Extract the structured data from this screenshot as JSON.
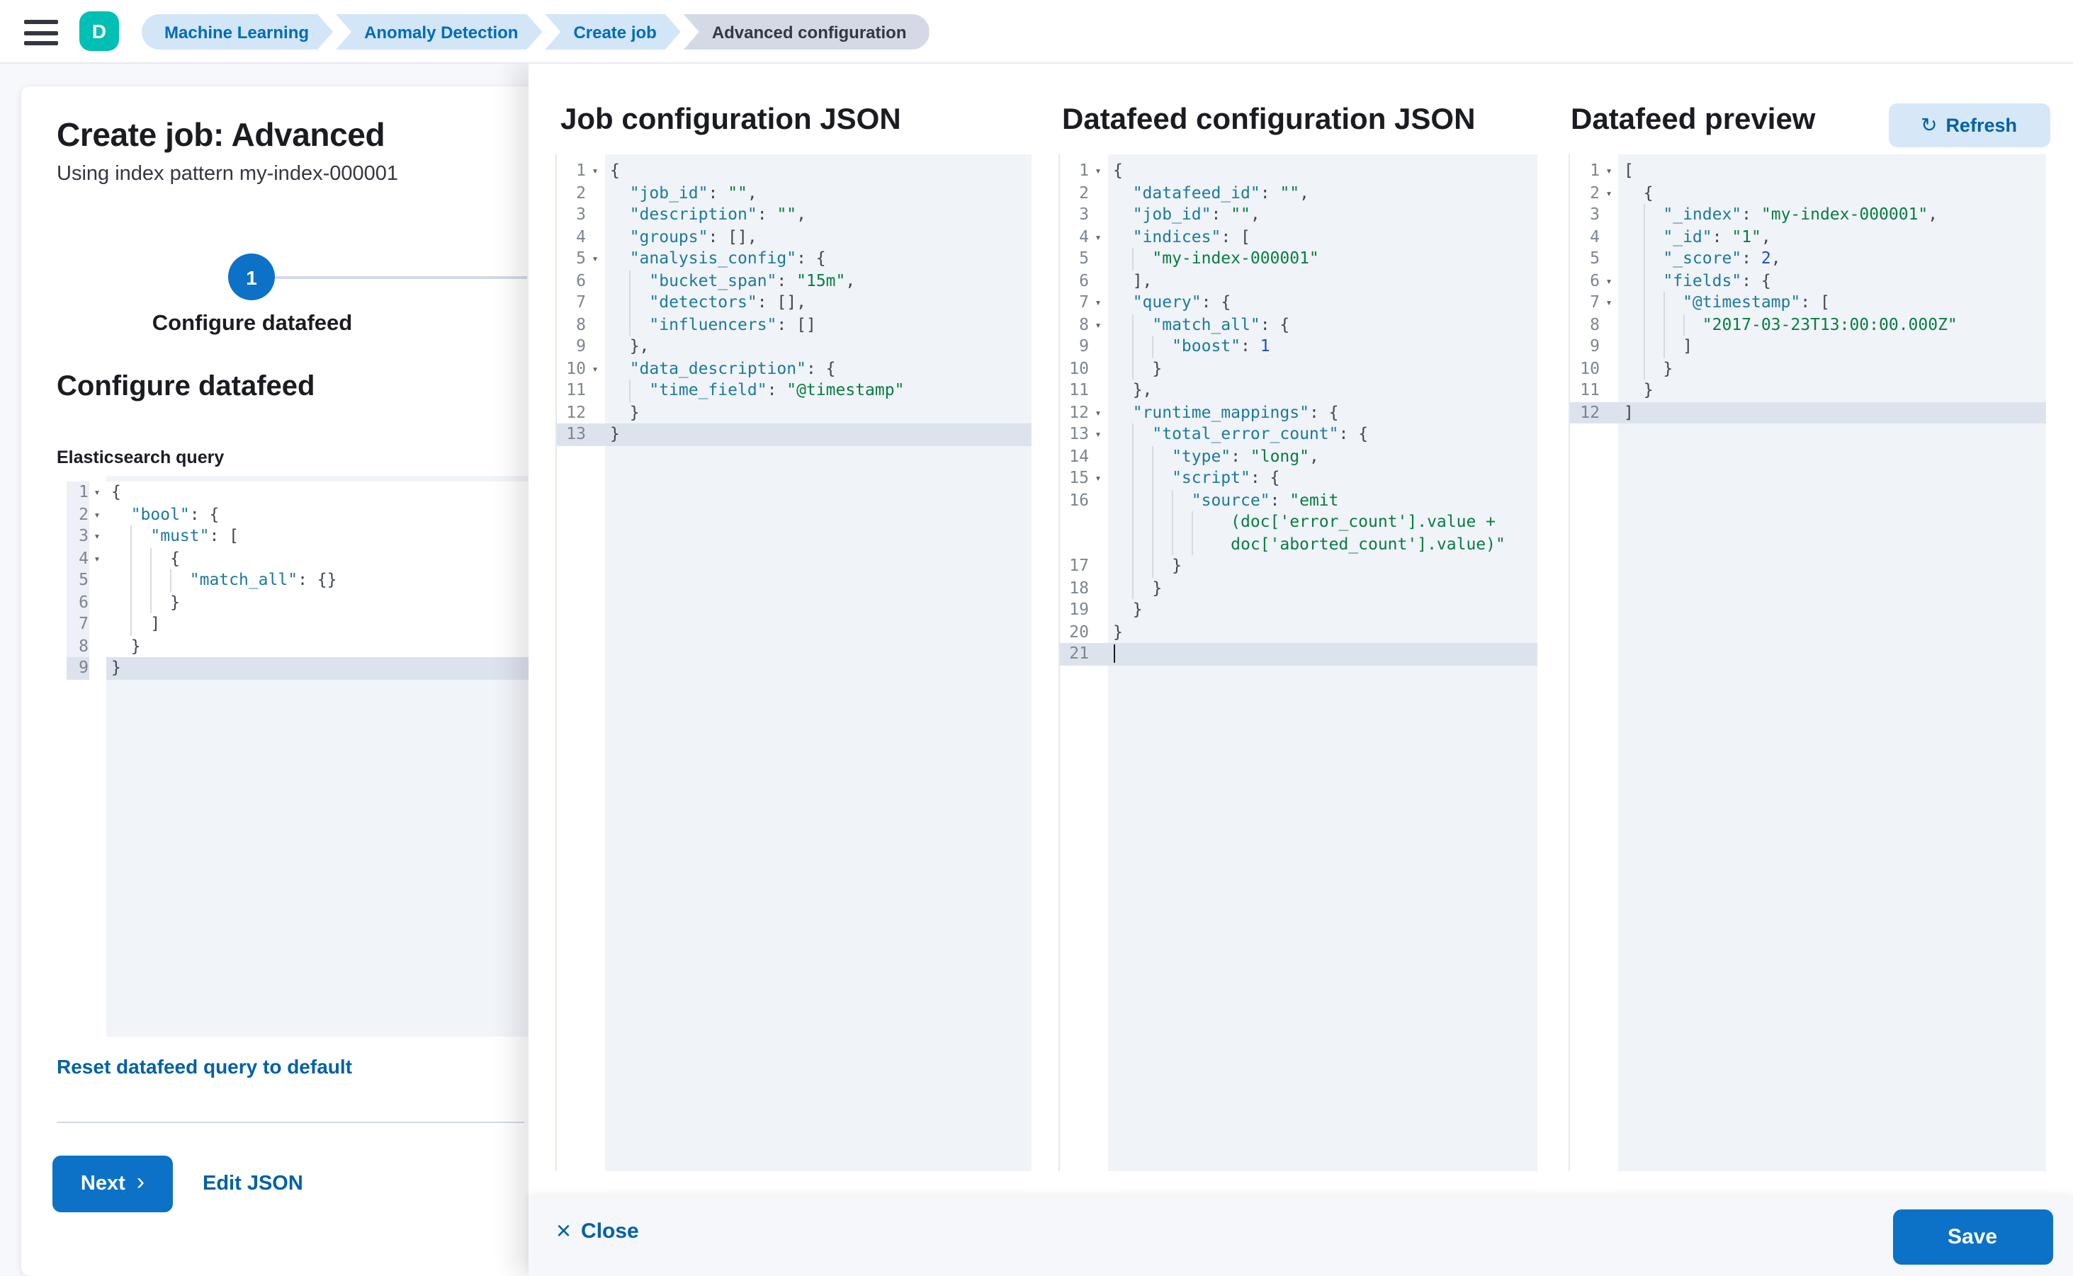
{
  "header": {
    "space_initial": "D",
    "breadcrumbs": [
      {
        "label": "Machine Learning"
      },
      {
        "label": "Anomaly Detection"
      },
      {
        "label": "Create job"
      },
      {
        "label": "Advanced configuration"
      }
    ]
  },
  "wizard": {
    "title": "Create job: Advanced",
    "subtitle": "Using index pattern my-index-000001",
    "step_number": "1",
    "step_label": "Configure datafeed",
    "section_heading": "Configure datafeed",
    "query_label": "Elasticsearch query",
    "reset_link": "Reset datafeed query to default",
    "next_button": "Next",
    "next_chevron": "›",
    "edit_json_link": "Edit JSON"
  },
  "flyout": {
    "panels": [
      {
        "title": "Job configuration JSON"
      },
      {
        "title": "Datafeed configuration JSON"
      },
      {
        "title": "Datafeed preview"
      }
    ],
    "refresh_button": "Refresh",
    "refresh_icon": "↻",
    "close_button": "Close",
    "close_icon": "×",
    "save_button": "Save"
  },
  "colors": {
    "accent_primary": "#0b72c8",
    "link_blue": "#0061a6",
    "breadcrumb_blue_bg": "#d2e6f7",
    "breadcrumb_gray_bg": "#d3dae6",
    "space_badge_teal": "#00bfb3",
    "editor_key": "#1b7a9e",
    "editor_string": "#077d42",
    "editor_number": "#1a4dc0",
    "active_line_bg": "#dde3ed"
  },
  "editors": {
    "es_query": {
      "lines": [
        {
          "n": 1,
          "f": 1,
          "i": 0,
          "t": [
            [
              "p",
              "{"
            ]
          ]
        },
        {
          "n": 2,
          "f": 1,
          "i": 2,
          "t": [
            [
              "k",
              "\"bool\""
            ],
            [
              "p",
              ": {"
            ]
          ]
        },
        {
          "n": 3,
          "f": 1,
          "i": 4,
          "t": [
            [
              "k",
              "\"must\""
            ],
            [
              "p",
              ": ["
            ]
          ]
        },
        {
          "n": 4,
          "f": 1,
          "i": 6,
          "t": [
            [
              "p",
              "{"
            ]
          ]
        },
        {
          "n": 5,
          "i": 8,
          "t": [
            [
              "k",
              "\"match_all\""
            ],
            [
              "p",
              ": {}"
            ]
          ]
        },
        {
          "n": 6,
          "i": 6,
          "t": [
            [
              "p",
              "}"
            ]
          ]
        },
        {
          "n": 7,
          "i": 4,
          "t": [
            [
              "p",
              "]"
            ]
          ]
        },
        {
          "n": 8,
          "i": 2,
          "t": [
            [
              "p",
              "}"
            ]
          ]
        },
        {
          "n": 9,
          "i": 0,
          "a": 1,
          "t": [
            [
              "p",
              "}"
            ]
          ]
        }
      ]
    },
    "job_config": {
      "lines": [
        {
          "n": 1,
          "f": 1,
          "i": 0,
          "t": [
            [
              "p",
              "{"
            ]
          ]
        },
        {
          "n": 2,
          "i": 2,
          "t": [
            [
              "k",
              "\"job_id\""
            ],
            [
              "p",
              ": "
            ],
            [
              "s",
              "\"\""
            ],
            [
              "p",
              ","
            ]
          ]
        },
        {
          "n": 3,
          "i": 2,
          "t": [
            [
              "k",
              "\"description\""
            ],
            [
              "p",
              ": "
            ],
            [
              "s",
              "\"\""
            ],
            [
              "p",
              ","
            ]
          ]
        },
        {
          "n": 4,
          "i": 2,
          "t": [
            [
              "k",
              "\"groups\""
            ],
            [
              "p",
              ": [],"
            ]
          ]
        },
        {
          "n": 5,
          "f": 1,
          "i": 2,
          "t": [
            [
              "k",
              "\"analysis_config\""
            ],
            [
              "p",
              ": {"
            ]
          ]
        },
        {
          "n": 6,
          "i": 4,
          "t": [
            [
              "k",
              "\"bucket_span\""
            ],
            [
              "p",
              ": "
            ],
            [
              "s",
              "\"15m\""
            ],
            [
              "p",
              ","
            ]
          ]
        },
        {
          "n": 7,
          "i": 4,
          "t": [
            [
              "k",
              "\"detectors\""
            ],
            [
              "p",
              ": [],"
            ]
          ]
        },
        {
          "n": 8,
          "i": 4,
          "t": [
            [
              "k",
              "\"influencers\""
            ],
            [
              "p",
              ": []"
            ]
          ]
        },
        {
          "n": 9,
          "i": 2,
          "t": [
            [
              "p",
              "},"
            ]
          ]
        },
        {
          "n": 10,
          "f": 1,
          "i": 2,
          "t": [
            [
              "k",
              "\"data_description\""
            ],
            [
              "p",
              ": {"
            ]
          ]
        },
        {
          "n": 11,
          "i": 4,
          "t": [
            [
              "k",
              "\"time_field\""
            ],
            [
              "p",
              ": "
            ],
            [
              "s",
              "\"@timestamp\""
            ]
          ]
        },
        {
          "n": 12,
          "i": 2,
          "t": [
            [
              "p",
              "}"
            ]
          ]
        },
        {
          "n": 13,
          "i": 0,
          "a": 1,
          "t": [
            [
              "p",
              "}"
            ]
          ]
        }
      ]
    },
    "datafeed_config": {
      "lines": [
        {
          "n": 1,
          "f": 1,
          "i": 0,
          "t": [
            [
              "p",
              "{"
            ]
          ]
        },
        {
          "n": 2,
          "i": 2,
          "t": [
            [
              "k",
              "\"datafeed_id\""
            ],
            [
              "p",
              ": "
            ],
            [
              "s",
              "\"\""
            ],
            [
              "p",
              ","
            ]
          ]
        },
        {
          "n": 3,
          "i": 2,
          "t": [
            [
              "k",
              "\"job_id\""
            ],
            [
              "p",
              ": "
            ],
            [
              "s",
              "\"\""
            ],
            [
              "p",
              ","
            ]
          ]
        },
        {
          "n": 4,
          "f": 1,
          "i": 2,
          "t": [
            [
              "k",
              "\"indices\""
            ],
            [
              "p",
              ": ["
            ]
          ]
        },
        {
          "n": 5,
          "i": 4,
          "t": [
            [
              "s",
              "\"my-index-000001\""
            ]
          ]
        },
        {
          "n": 6,
          "i": 2,
          "t": [
            [
              "p",
              "],"
            ]
          ]
        },
        {
          "n": 7,
          "f": 1,
          "i": 2,
          "t": [
            [
              "k",
              "\"query\""
            ],
            [
              "p",
              ": {"
            ]
          ]
        },
        {
          "n": 8,
          "f": 1,
          "i": 4,
          "t": [
            [
              "k",
              "\"match_all\""
            ],
            [
              "p",
              ": {"
            ]
          ]
        },
        {
          "n": 9,
          "i": 6,
          "t": [
            [
              "k",
              "\"boost\""
            ],
            [
              "p",
              ": "
            ],
            [
              "n",
              "1"
            ]
          ]
        },
        {
          "n": 10,
          "i": 4,
          "t": [
            [
              "p",
              "}"
            ]
          ]
        },
        {
          "n": 11,
          "i": 2,
          "t": [
            [
              "p",
              "},"
            ]
          ]
        },
        {
          "n": 12,
          "f": 1,
          "i": 2,
          "t": [
            [
              "k",
              "\"runtime_mappings\""
            ],
            [
              "p",
              ": {"
            ]
          ]
        },
        {
          "n": 13,
          "f": 1,
          "i": 4,
          "t": [
            [
              "k",
              "\"total_error_count\""
            ],
            [
              "p",
              ": {"
            ]
          ]
        },
        {
          "n": 14,
          "i": 6,
          "t": [
            [
              "k",
              "\"type\""
            ],
            [
              "p",
              ": "
            ],
            [
              "s",
              "\"long\""
            ],
            [
              "p",
              ","
            ]
          ]
        },
        {
          "n": 15,
          "f": 1,
          "i": 6,
          "t": [
            [
              "k",
              "\"script\""
            ],
            [
              "p",
              ": {"
            ]
          ]
        },
        {
          "n": 16,
          "i": 8,
          "t": [
            [
              "k",
              "\"source\""
            ],
            [
              "p",
              ": "
            ],
            [
              "s",
              "\"emit"
            ]
          ]
        },
        {
          "n": null,
          "i": 10,
          "w": 2,
          "t": [
            [
              "s",
              "(doc['error_count'].value +"
            ]
          ]
        },
        {
          "n": null,
          "i": 10,
          "w": 2,
          "t": [
            [
              "s",
              "doc['aborted_count'].value)\""
            ]
          ]
        },
        {
          "n": 17,
          "i": 6,
          "t": [
            [
              "p",
              "}"
            ]
          ]
        },
        {
          "n": 18,
          "i": 4,
          "t": [
            [
              "p",
              "}"
            ]
          ]
        },
        {
          "n": 19,
          "i": 2,
          "t": [
            [
              "p",
              "}"
            ]
          ]
        },
        {
          "n": 20,
          "i": 0,
          "t": [
            [
              "p",
              "}"
            ]
          ]
        },
        {
          "n": 21,
          "i": 0,
          "a": 1,
          "t": [
            [
              "cur",
              ""
            ]
          ]
        }
      ]
    },
    "datafeed_preview": {
      "lines": [
        {
          "n": 1,
          "f": 1,
          "i": 0,
          "t": [
            [
              "p",
              "["
            ]
          ]
        },
        {
          "n": 2,
          "f": 1,
          "i": 2,
          "t": [
            [
              "p",
              "{"
            ]
          ]
        },
        {
          "n": 3,
          "i": 4,
          "t": [
            [
              "k",
              "\"_index\""
            ],
            [
              "p",
              ": "
            ],
            [
              "s",
              "\"my-index-000001\""
            ],
            [
              "p",
              ","
            ]
          ]
        },
        {
          "n": 4,
          "i": 4,
          "t": [
            [
              "k",
              "\"_id\""
            ],
            [
              "p",
              ": "
            ],
            [
              "s",
              "\"1\""
            ],
            [
              "p",
              ","
            ]
          ]
        },
        {
          "n": 5,
          "i": 4,
          "t": [
            [
              "k",
              "\"_score\""
            ],
            [
              "p",
              ": "
            ],
            [
              "n",
              "2"
            ],
            [
              "p",
              ","
            ]
          ]
        },
        {
          "n": 6,
          "f": 1,
          "i": 4,
          "t": [
            [
              "k",
              "\"fields\""
            ],
            [
              "p",
              ": {"
            ]
          ]
        },
        {
          "n": 7,
          "f": 1,
          "i": 6,
          "t": [
            [
              "k",
              "\"@timestamp\""
            ],
            [
              "p",
              ": ["
            ]
          ]
        },
        {
          "n": 8,
          "i": 8,
          "t": [
            [
              "s",
              "\"2017-03-23T13:00:00.000Z\""
            ]
          ]
        },
        {
          "n": 9,
          "i": 6,
          "t": [
            [
              "p",
              "]"
            ]
          ]
        },
        {
          "n": 10,
          "i": 4,
          "t": [
            [
              "p",
              "}"
            ]
          ]
        },
        {
          "n": 11,
          "i": 2,
          "t": [
            [
              "p",
              "}"
            ]
          ]
        },
        {
          "n": 12,
          "i": 0,
          "a": 1,
          "t": [
            [
              "p",
              "]"
            ]
          ]
        }
      ]
    }
  }
}
